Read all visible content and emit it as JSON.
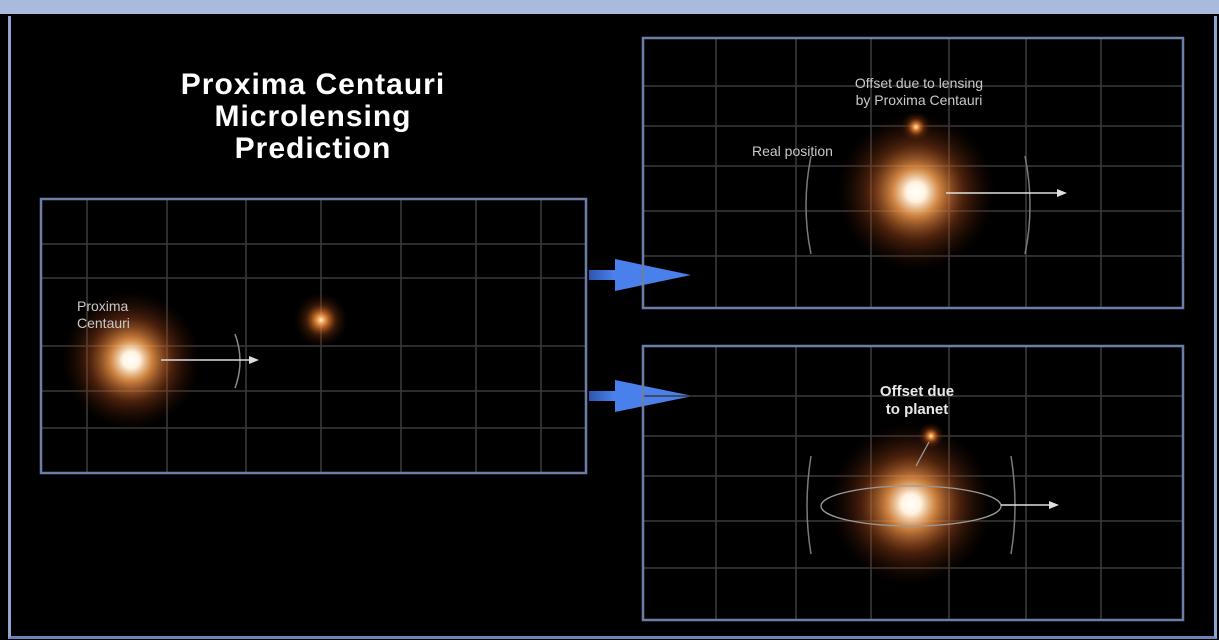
{
  "title": {
    "line1": "Proxima Centauri",
    "line2": "Microlensing",
    "line3": "Prediction"
  },
  "left_panel": {
    "star_label_line1": "Proxima",
    "star_label_line2": "Centauri"
  },
  "top_right_panel": {
    "offset_label_line1": "Offset due to lensing",
    "offset_label_line2": "by Proxima Centauri",
    "real_position_label": "Real position"
  },
  "bottom_right_panel": {
    "offset_label_line1": "Offset due",
    "offset_label_line2": "to planet"
  },
  "colors": {
    "background": "#000000",
    "frame_border": "#6c7ea8",
    "arrow_blue": "#3a6fd8",
    "star_glow": "#e0782e",
    "star_core": "#ffffff"
  }
}
